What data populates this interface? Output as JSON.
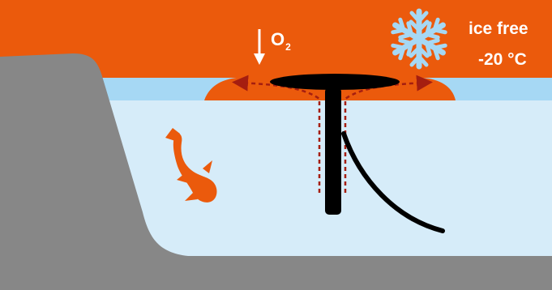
{
  "labels": {
    "oxygen_symbol": "O",
    "oxygen_subscript": "2",
    "status": "ice free",
    "temperature": "-20 °C"
  },
  "colors": {
    "air": "#eb5a0c",
    "ice": "#a6d8f4",
    "water": "#d6ecf9",
    "ground": "#878787",
    "device": "#000000",
    "flow_arrows": "#a51e10",
    "snowflake": "#a6d8f4",
    "fish": "#eb5a0c"
  },
  "icons": {
    "snowflake": "snowflake-icon",
    "fish": "fish-icon",
    "oxygen_arrow": "arrow-down-icon"
  }
}
